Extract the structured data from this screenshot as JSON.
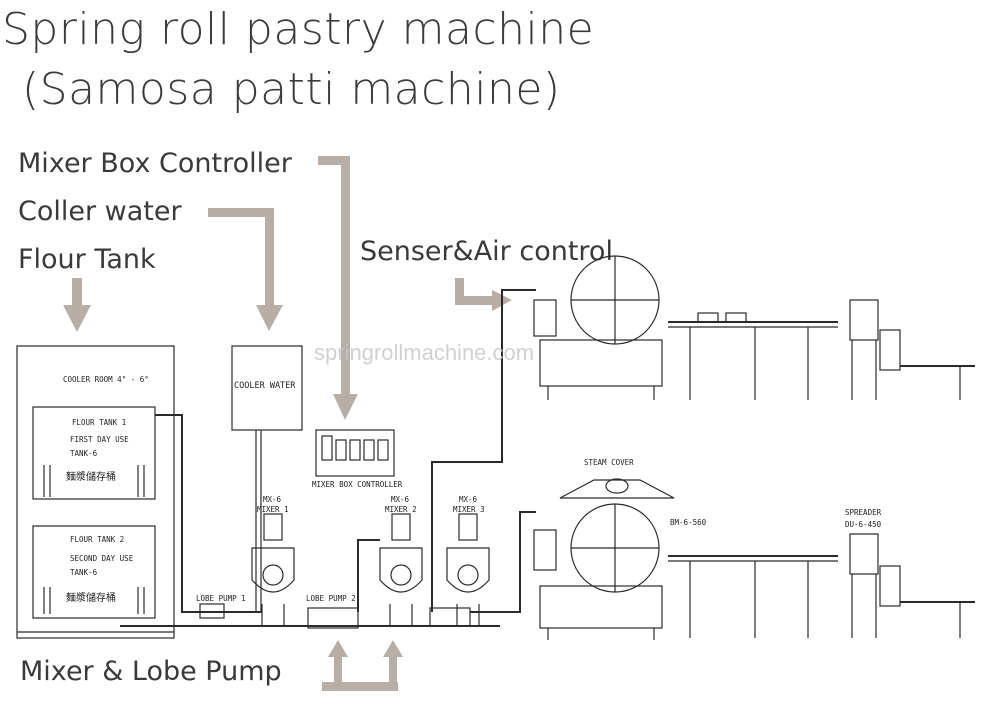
{
  "title": {
    "line1": "Spring roll pastry machine",
    "line2": "(Samosa patti machine)"
  },
  "callouts": {
    "mixer_box_controller": "Mixer Box Controller",
    "cooler_water": "Coller water",
    "flour_tank": "Flour Tank",
    "sensor_air_control": "Senser&Air control",
    "mixer_lobe_pump": "Mixer & Lobe Pump"
  },
  "watermark": "springrollmachine.com",
  "labels": {
    "cooler_room": "COOLER ROOM 4° - 6°",
    "flour_tank_1": "FLOUR TANK 1",
    "first_day_use": "FIRST DAY USE",
    "tank_6_a": "TANK-6",
    "chinese_a": "麵漿儲存桶",
    "flour_tank_2": "FLOUR TANK 2",
    "second_day_use": "SECOND DAY USE",
    "tank_6_b": "TANK-6",
    "chinese_b": "麵漿儲存桶",
    "cooler_water_box": "COOLER WATER",
    "mixer_box_controller_box": "MIXER BOX CONTROLLER",
    "mx_6_1": "MX-6",
    "mixer_1": "MIXER 1",
    "mx_6_2": "MX-6",
    "mixer_2": "MIXER 2",
    "mx_6_3": "MX-6",
    "mixer_3": "MIXER 3",
    "lobe_pump_1": "LOBE PUMP 1",
    "lobe_pump_2": "LOBE PUMP 2",
    "steam_cover": "STEAM COVER",
    "bm_6_560": "BM-6-560",
    "spreader": "SPREADER",
    "du_6_450": "DU-6-450"
  },
  "colors": {
    "arrow": "#b8aea6",
    "line": "#2b2b2b",
    "title": "#3b3b3b"
  }
}
